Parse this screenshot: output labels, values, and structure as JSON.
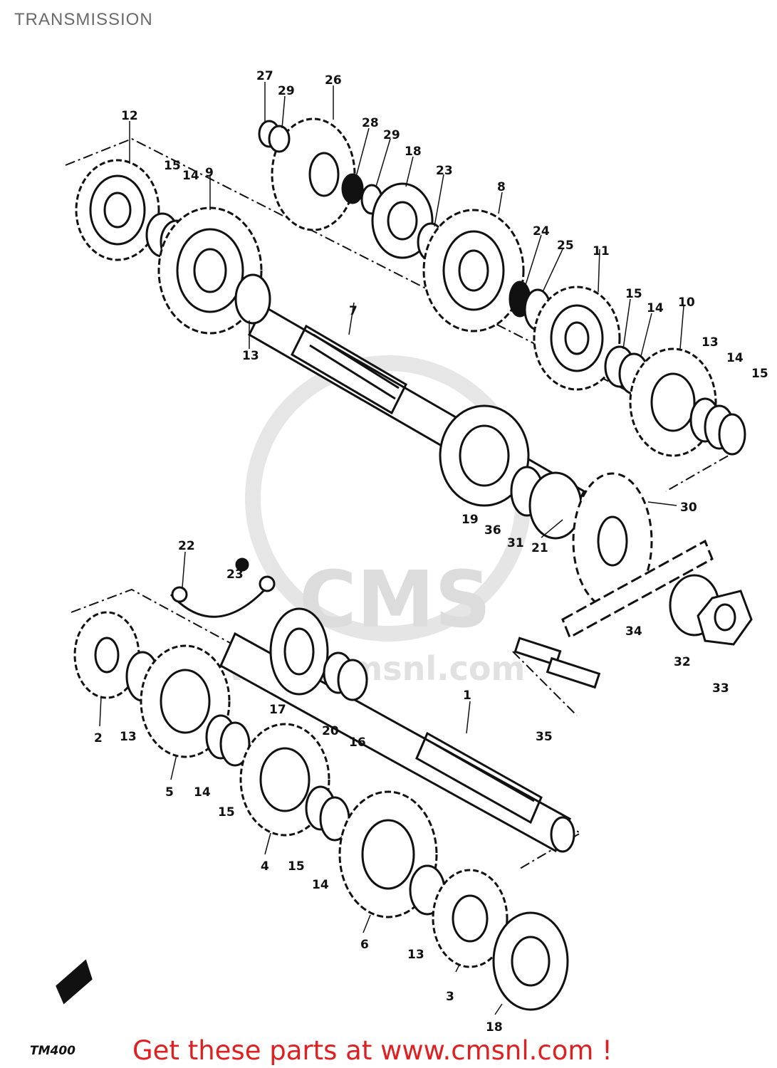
{
  "header": {
    "title": "TRANSMISSION"
  },
  "footer": {
    "link_text": "Get these parts at www.cmsnl.com !",
    "drawing_code": "TM400"
  },
  "watermark": {
    "brand": "CMS",
    "site": "www.cmsnl.com"
  },
  "callouts": [
    "1",
    "2",
    "3",
    "4",
    "5",
    "6",
    "7",
    "8",
    "9",
    "10",
    "11",
    "12",
    "13",
    "14",
    "15",
    "16",
    "17",
    "18",
    "19",
    "20",
    "21",
    "22",
    "23",
    "24",
    "25",
    "26",
    "27",
    "28",
    "29",
    "30",
    "31",
    "32",
    "33",
    "34",
    "35",
    "36"
  ],
  "colors": {
    "ink": "#111111",
    "footer_link": "#e02020",
    "title": "#6a6a6a",
    "watermark": "#d9d9d9"
  }
}
